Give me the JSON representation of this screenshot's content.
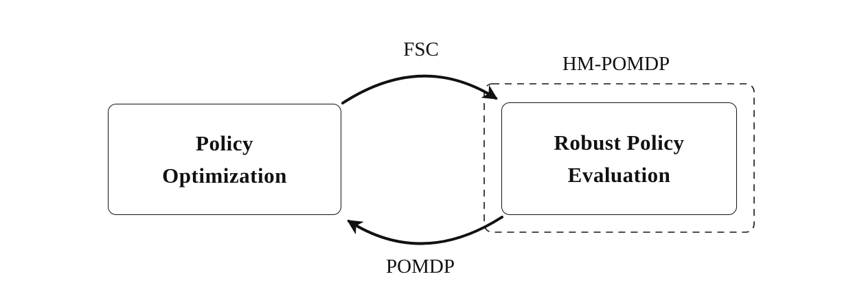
{
  "figure": {
    "background": "#ffffff",
    "ink": "#111111"
  },
  "nodes": {
    "policy_optimization": {
      "line1": "Policy",
      "line2": "Optimization"
    },
    "robust_policy_evaluation": {
      "line1": "Robust Policy",
      "line2": "Evaluation"
    }
  },
  "group": {
    "label": "HM-POMDP"
  },
  "edges": {
    "fsc": {
      "label": "FSC"
    },
    "pomdp": {
      "label": "POMDP"
    }
  }
}
